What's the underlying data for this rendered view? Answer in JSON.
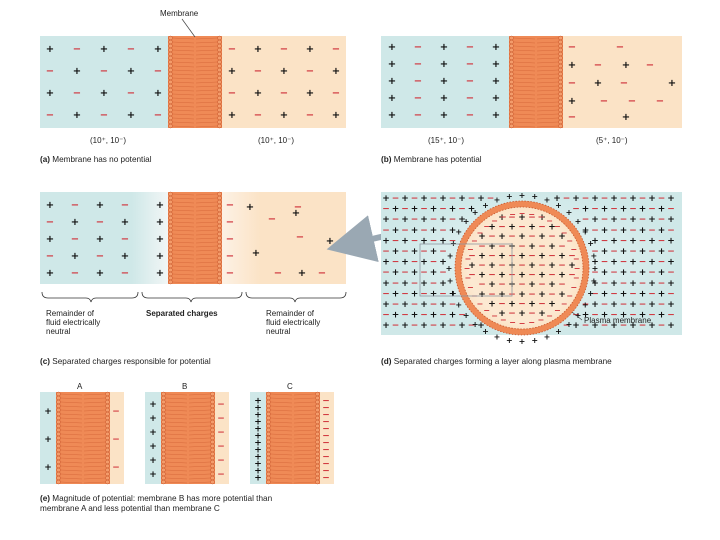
{
  "labels": {
    "membrane": "Membrane",
    "a_left_conc": "(10⁺, 10⁻)",
    "a_right_conc": "(10⁺, 10⁻)",
    "b_left_conc": "(15⁺, 10⁻)",
    "b_right_conc": "(5⁺, 10⁻)",
    "c_left_line1": "Remainder of",
    "c_left_line2": "fluid electrically",
    "c_left_line3": "neutral",
    "c_mid": "Separated charges",
    "c_right_line1": "Remainder of",
    "c_right_line2": "fluid electrically",
    "c_right_line3": "neutral",
    "plasma_membrane": "Plasma membrane",
    "e_A": "A",
    "e_B": "B",
    "e_C": "C"
  },
  "captions": {
    "a_tag": "(a)",
    "a_text": " Membrane has no potential",
    "b_tag": "(b)",
    "b_text": " Membrane has potential",
    "c_tag": "(c)",
    "c_text": " Separated charges responsible for potential",
    "d_tag": "(d)",
    "d_text": " Separated charges forming a layer along plasma membrane",
    "e_tag": "(e)",
    "e_text_line1": " Magnitude of potential: membrane B has more potential than",
    "e_text_line2": "membrane A and less potential than membrane C"
  },
  "symbols": {
    "plus": "+",
    "minus": "−"
  },
  "colors": {
    "ecf": "#cfe8e8",
    "icf": "#fbe3c6",
    "membrane": "#ef8a56",
    "membrane_edge": "#c8552a",
    "positive": "#111111",
    "negative": "#d0343c",
    "arrow": "#9aa8b3"
  },
  "magnitude": {
    "A_plus_count": 3,
    "B_plus_count": 6,
    "C_plus_count": 12
  }
}
